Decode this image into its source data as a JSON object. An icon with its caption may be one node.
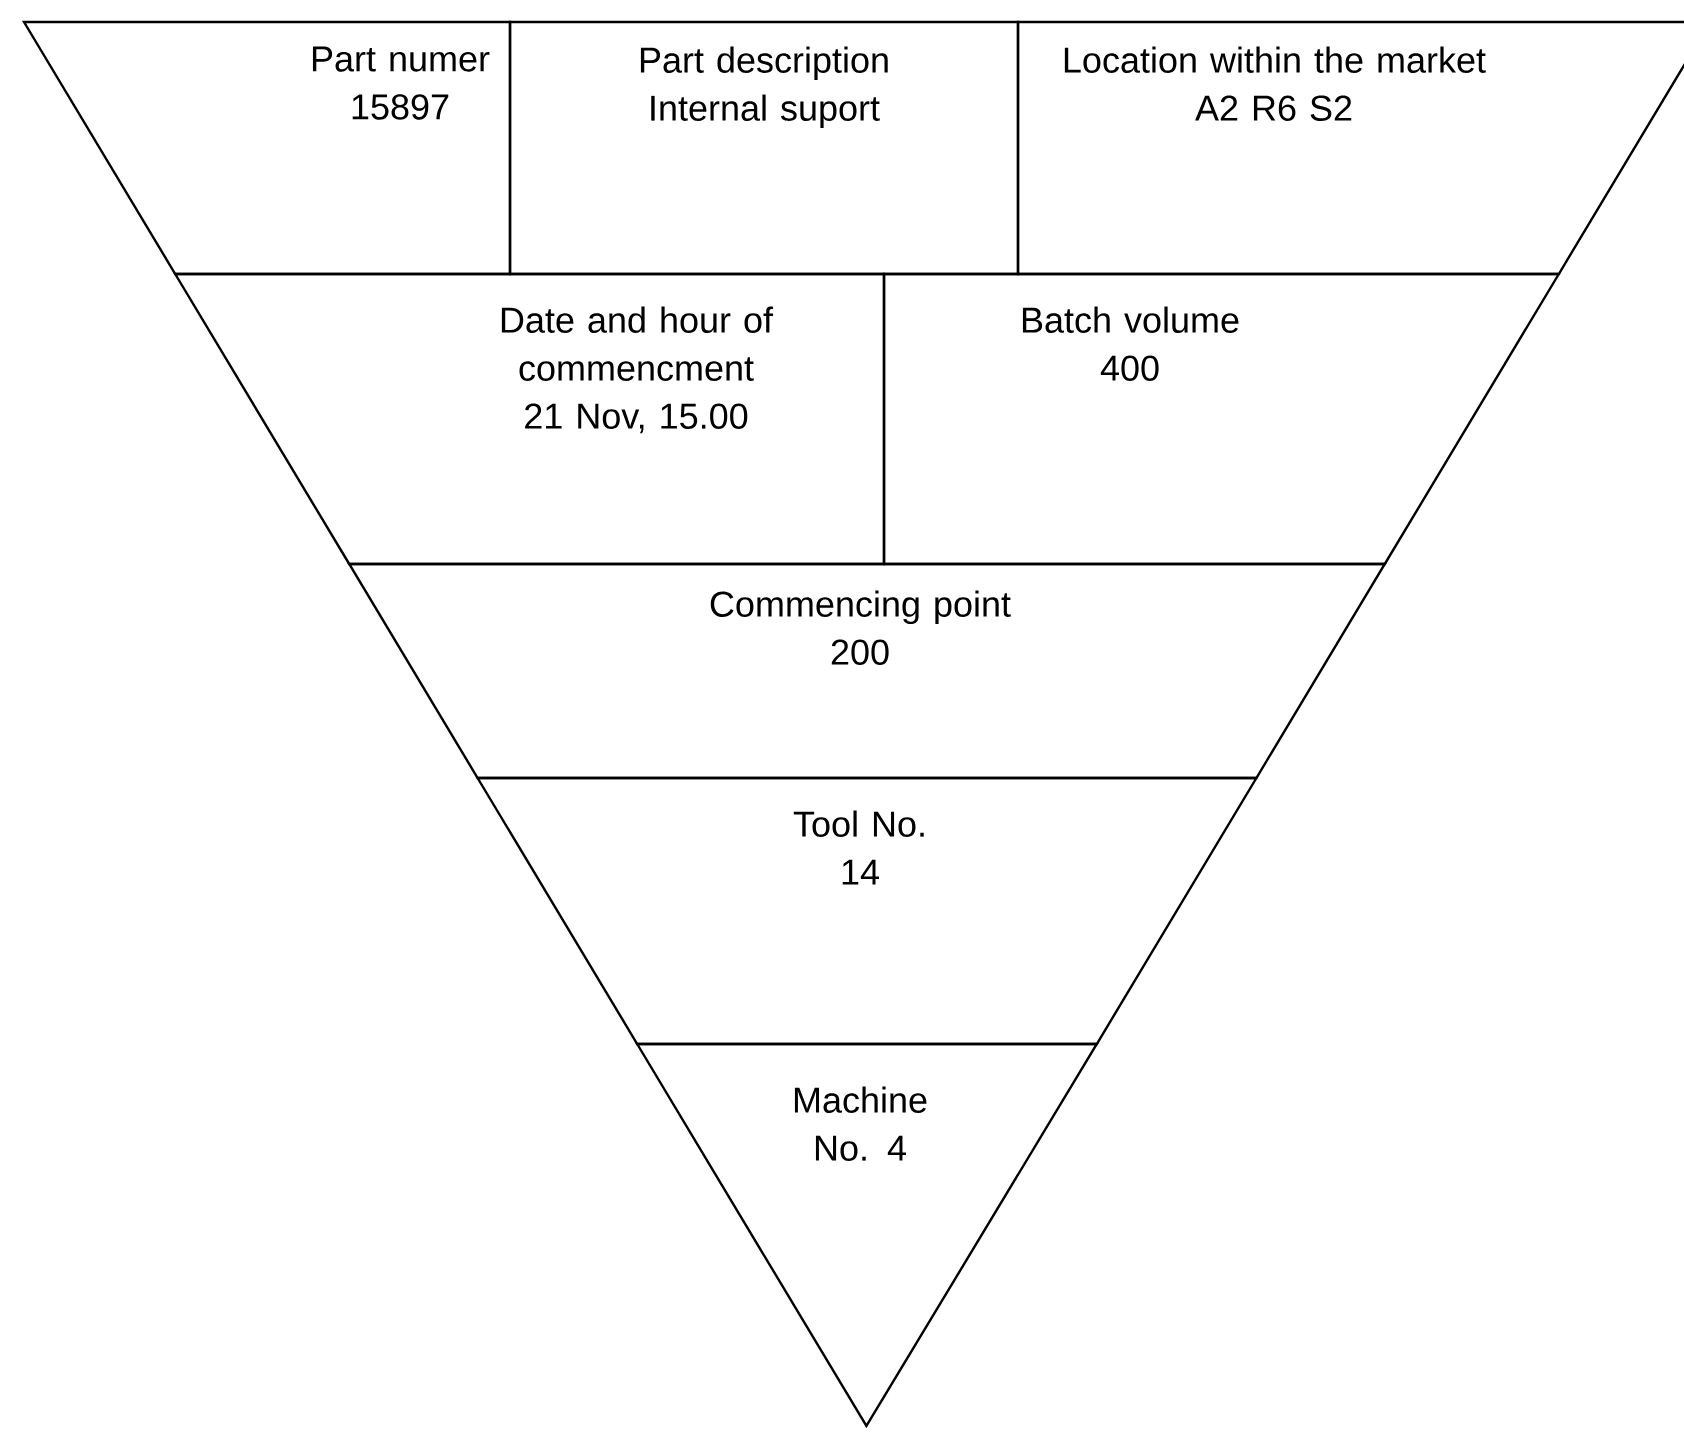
{
  "diagram": {
    "nodes": [
      {
        "text": [
          "Part numer",
          "15897"
        ]
      },
      {
        "text": [
          "Part description",
          "Internal suport"
        ]
      },
      {
        "text": [
          "Location within the market",
          "A2 R6 S2"
        ]
      },
      {
        "text": [
          "Date and hour of commencment",
          "21 Nov, 15.00"
        ]
      },
      {
        "text": [
          "Batch volume",
          "400"
        ]
      },
      {
        "text": [
          "Commencing point",
          "200"
        ]
      },
      {
        "text": [
          "Tool No.",
          "14"
        ]
      },
      {
        "text": [
          "Machine",
          "No. 4"
        ]
      }
    ]
  }
}
